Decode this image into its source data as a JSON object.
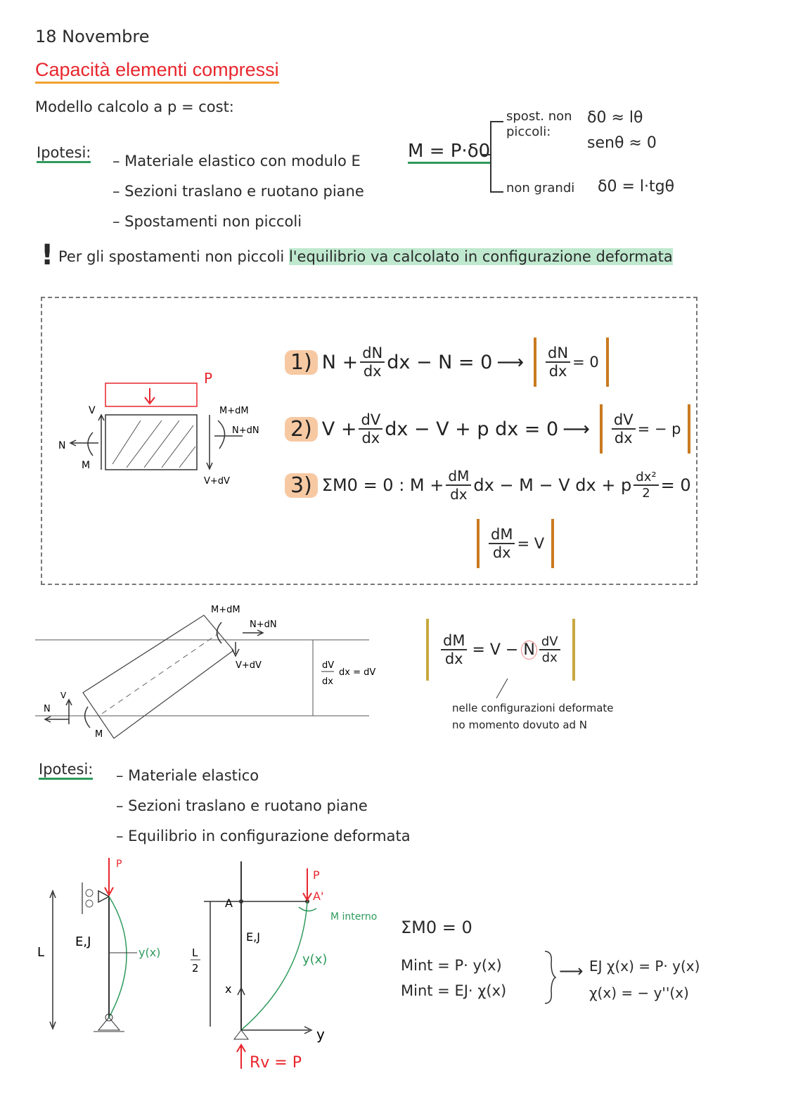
{
  "date": "18 Novembre",
  "title": "Capacità elementi compressi",
  "model": "Modello calcolo a p = cost:",
  "hyp1": {
    "label": "Ipotesi:",
    "items": [
      "– Materiale elastico con modulo E",
      "– Sezioni traslano e ruotano piane",
      "– Spostamenti non piccoli"
    ]
  },
  "moment": {
    "formula": "M = P·δ0",
    "small_label": "spost. non piccoli:",
    "small_eq1": "δ0 ≈ lθ",
    "small_eq2": "senθ ≈ 0",
    "large_label": "non grandi",
    "large_eq": "δ0 = l·tgθ"
  },
  "warning": {
    "mark": "!",
    "text": "Per gli spostamenti non piccoli ",
    "highlight": "l'equilibrio va calcolato in configurazione deformata"
  },
  "element_diagram": {
    "P": "P",
    "MdM": "M+dM",
    "NdN": "N+dN",
    "V": "V",
    "N": "N",
    "M": "M",
    "VdV": "V+dV"
  },
  "equations": [
    {
      "n": "1)",
      "lhs": "N +",
      "fn": "dN",
      "fd": "dx",
      "rest": "dx − N = 0",
      "arrow": "⟶",
      "rn": "dN",
      "rd": "dx",
      "rr": "= 0"
    },
    {
      "n": "2)",
      "lhs": "V +",
      "fn": "dV",
      "fd": "dx",
      "rest": "dx − V + p dx = 0",
      "arrow": "⟶",
      "rn": "dV",
      "rd": "dx",
      "rr": "= − p"
    },
    {
      "n": "3)",
      "lhs": "ΣM0 = 0 : M +",
      "fn": "dM",
      "fd": "dx",
      "rest": "dx − M − V dx  +  p",
      "pn": "dx²",
      "pd": "2",
      "tail": "= 0",
      "rn": "dM",
      "rd": "dx",
      "rr": "= V"
    }
  ],
  "deformed_diagram": {
    "MdM": "M+dM",
    "NdN": "N+dN",
    "VdV": "V+dV",
    "N": "N",
    "V": "V",
    "M": "M",
    "fn": "dV",
    "fd": "dx",
    "rel": "dx = dV"
  },
  "deformed_eq": {
    "fn": "dM",
    "fd": "dx",
    "mid": "= V −",
    "N": "N",
    "rn": "dV",
    "rd": "dx",
    "note1": "nelle configurazioni deformate",
    "note2": "no momento dovuto ad N"
  },
  "hyp2": {
    "label": "Ipotesi:",
    "items": [
      "– Materiale elastico",
      "– Sezioni traslano e ruotano piane",
      "– Equilibrio in configurazione deformata"
    ]
  },
  "column1": {
    "P": "P",
    "EJ": "E,J",
    "yx": "y(x)",
    "L": "L"
  },
  "column2": {
    "A": "A",
    "A1": "A'",
    "P": "P",
    "Mint": "M interno",
    "EJ": "E,J",
    "yx": "y(x)",
    "L2n": "L",
    "L2d": "2",
    "x": "x",
    "y": "y",
    "R": "Rv = P"
  },
  "final": {
    "sum": "ΣM0 = 0",
    "l1": "Mint = P· y(x)",
    "l2": "Mint = EJ· χ(x)",
    "arrow": "⟶",
    "r1": "EJ χ(x) = P· y(x)",
    "r2": "χ(x) = − y''(x)"
  }
}
